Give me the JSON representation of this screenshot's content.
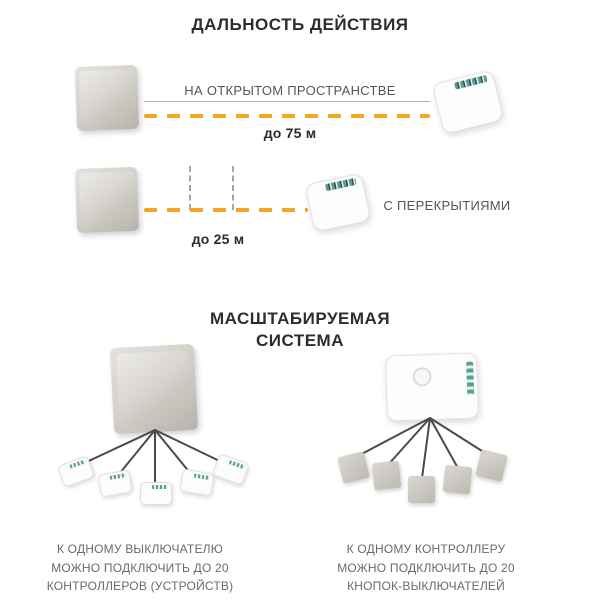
{
  "meta": {
    "background": "#ffffff",
    "accent_dash_color": "#f3a71f",
    "title_color": "#2d2d2d",
    "body_text_color": "#555555",
    "caption_color": "#6a6a6a"
  },
  "icons": {
    "wall_switch": "wall-switch-icon",
    "relay_controller": "relay-controller-icon",
    "wall_divider": "wall-divider-icon"
  },
  "range_section": {
    "title": "ДАЛЬНОСТЬ ДЕЙСТВИЯ",
    "open_space": {
      "label": "НА ОТКРЫТОМ ПРОСТРАНСТВЕ",
      "distance": "до 75 м"
    },
    "with_walls": {
      "label": "С ПЕРЕКРЫТИЯМИ",
      "distance": "до 25 м"
    }
  },
  "scalable_section": {
    "title": "МАСШТАБИРУЕМАЯ\nСИСТЕМА",
    "switch_group": {
      "caption": "К ОДНОМУ ВЫКЛЮЧАТЕЛЮ\nМОЖНО ПОДКЛЮЧИТЬ ДО 20\nКОНТРОЛЛЕРОВ (УСТРОЙСТВ)"
    },
    "controller_group": {
      "caption": "К ОДНОМУ КОНТРОЛЛЕРУ\nМОЖНО ПОДКЛЮЧИТЬ ДО 20\nКНОПОК-ВЫКЛЮЧАТЕЛЕЙ"
    }
  }
}
